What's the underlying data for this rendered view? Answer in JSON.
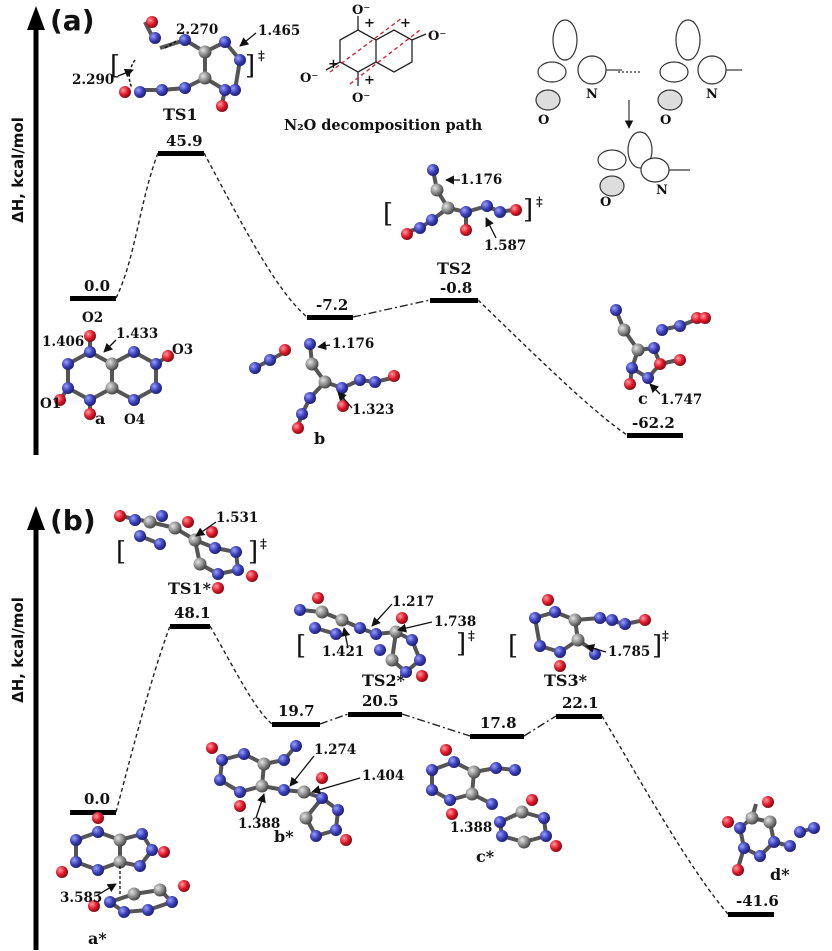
{
  "panel_a": {
    "tag": "(a)",
    "axis_label": "ΔH, kcal/mol",
    "levels": [
      {
        "id": "a",
        "energy_label": "0.0",
        "state_label": "a"
      },
      {
        "id": "TS1",
        "energy_label": "45.9",
        "state_label": "TS1"
      },
      {
        "id": "b",
        "energy_label": "-7.2",
        "state_label": "b"
      },
      {
        "id": "TS2",
        "energy_label": "-0.8",
        "state_label": "TS2"
      },
      {
        "id": "c",
        "energy_label": "-62.2",
        "state_label": "c"
      }
    ],
    "ts1_distances": [
      "2.270",
      "1.465",
      "2.290"
    ],
    "a_distances": [
      "1.406",
      "1.433"
    ],
    "a_atoms": [
      "O2",
      "O3",
      "O1",
      "O4"
    ],
    "b_distances": [
      "1.176",
      "1.323"
    ],
    "ts2_distances": [
      "1.176",
      "1.587"
    ],
    "c_distance": "1.747",
    "n2o_caption": "N₂O decomposition path",
    "ts_mark": "‡",
    "scheme_atoms": [
      "O",
      "N",
      "O",
      "N",
      "O",
      "N"
    ],
    "charges": [
      "O⁻",
      "+",
      "O⁻",
      "+",
      "O⁻",
      "+",
      "O⁻",
      "+"
    ]
  },
  "panel_b": {
    "tag": "(b)",
    "axis_label": "ΔH, kcal/mol",
    "levels": [
      {
        "id": "a*",
        "energy_label": "0.0",
        "state_label": "a*"
      },
      {
        "id": "TS1*",
        "energy_label": "48.1",
        "state_label": "TS1*"
      },
      {
        "id": "b*",
        "energy_label": "19.7",
        "state_label": "b*"
      },
      {
        "id": "TS2*",
        "energy_label": "20.5",
        "state_label": "TS2*"
      },
      {
        "id": "c*",
        "energy_label": "17.8",
        "state_label": "c*"
      },
      {
        "id": "TS3*",
        "energy_label": "22.1",
        "state_label": "TS3*"
      },
      {
        "id": "d*",
        "energy_label": "-41.6",
        "state_label": "d*"
      }
    ],
    "ts1_distance": "1.531",
    "ts2_distances": [
      "1.217",
      "1.738",
      "1.421"
    ],
    "ts3_distance": "1.785",
    "b_distances": [
      "1.274",
      "1.404",
      "1.388"
    ],
    "c_distance": "1.388",
    "a_distance": "3.585",
    "ts_mark": "‡"
  },
  "colors": {
    "nitrogen": "#3b3fb8",
    "oxygen": "#e0182a",
    "carbon": "#8a8a8a",
    "axis": "#000000"
  }
}
